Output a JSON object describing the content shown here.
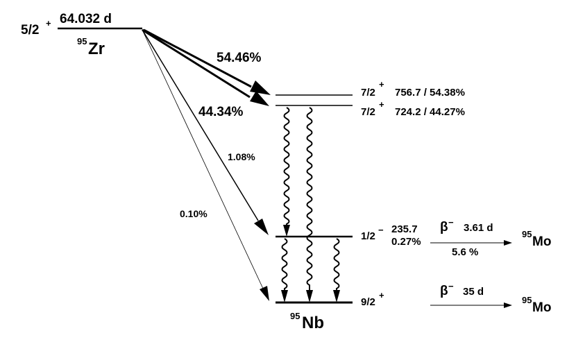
{
  "parent": {
    "spin": "5/2",
    "parity": "+",
    "halflife": "64.032 d",
    "mass": "95",
    "symbol": "Zr"
  },
  "daughter": {
    "mass": "95",
    "symbol": "Nb"
  },
  "levels": [
    {
      "spin": "7/2",
      "parity": "+",
      "label": "756.7 / 54.38%"
    },
    {
      "spin": "7/2",
      "parity": "+",
      "label": "724.2 / 44.27%"
    },
    {
      "spin": "1/2",
      "parity": "−",
      "energy": "235.7",
      "branch": "0.27%"
    },
    {
      "spin": "9/2",
      "parity": "+"
    }
  ],
  "beta_branches": [
    "54.46%",
    "44.34%",
    "1.08%",
    "0.10%"
  ],
  "secondary_decays": [
    {
      "mode": "β",
      "mode_sign": "−",
      "halflife": "3.61 d",
      "branch": "5.6 %",
      "product_mass": "95",
      "product_symbol": "Mo"
    },
    {
      "mode": "β",
      "mode_sign": "−",
      "halflife": "35 d",
      "product_mass": "95",
      "product_symbol": "Mo"
    }
  ]
}
